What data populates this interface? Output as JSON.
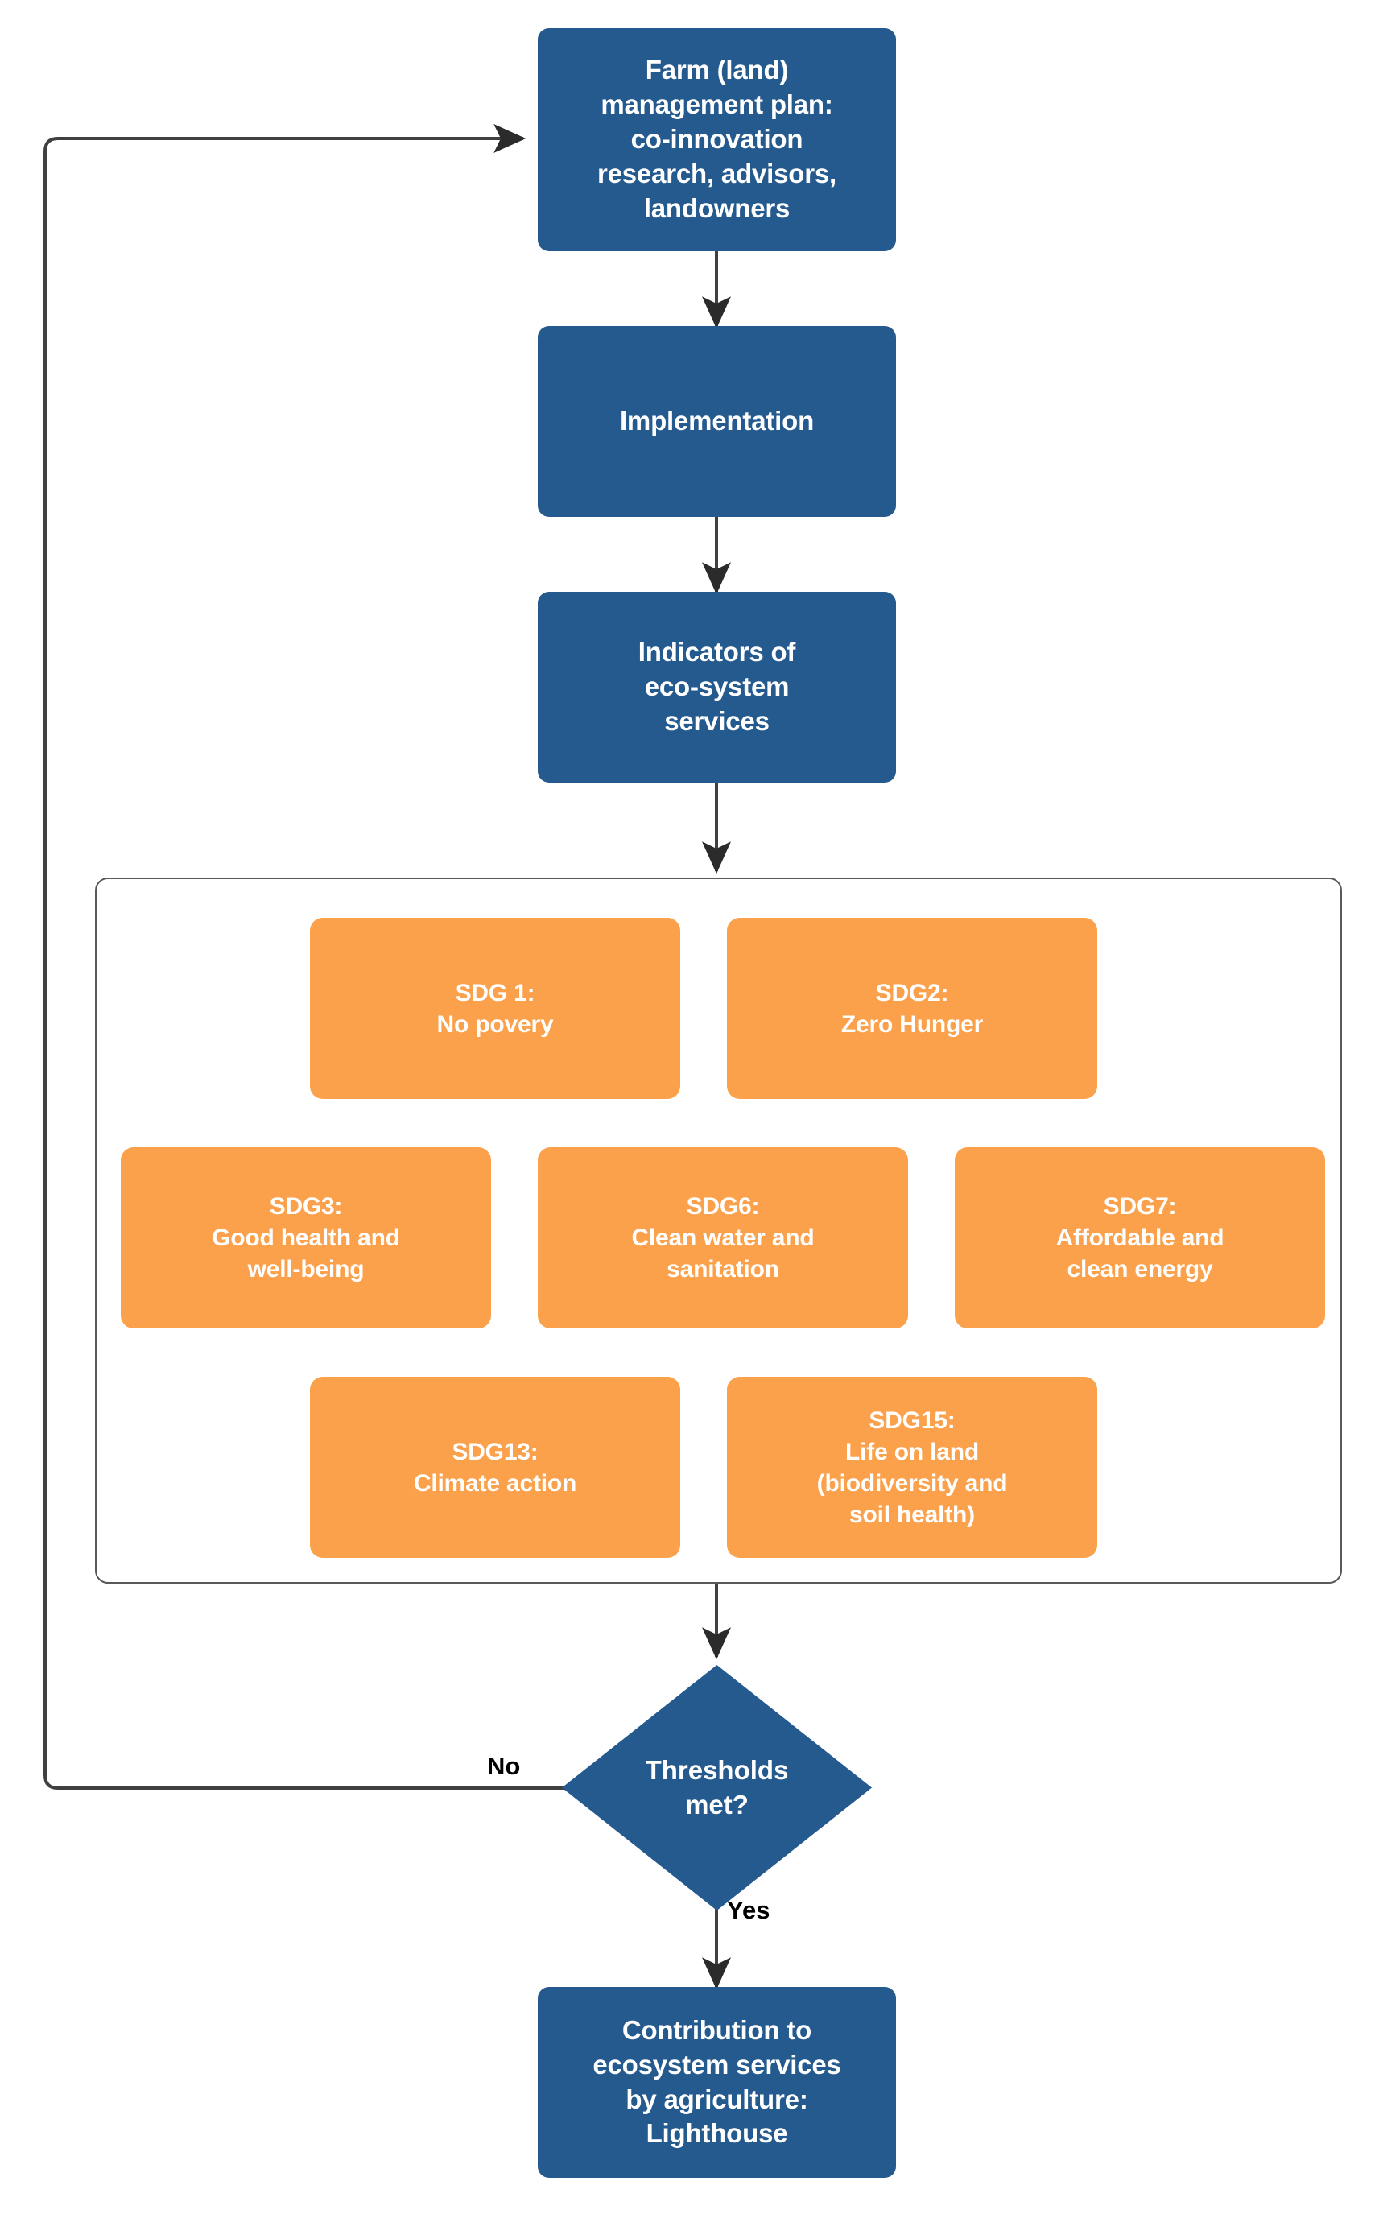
{
  "diagram": {
    "title": "Farm management plan to ecosystem services contribution flowchart",
    "colors": {
      "process_fill": "#255a8e",
      "sdg_fill": "#fba04b",
      "connector": "#404040",
      "group_border": "#595959",
      "text_on_fill": "#ffffff",
      "label_text": "#000000",
      "background": "#ffffff"
    },
    "nodes": {
      "farm_plan": "Farm (land)\nmanagement plan:\nco-innovation\nresearch, advisors,\nlandowners",
      "implementation": "Implementation",
      "indicators": "Indicators of\neco-system\nservices",
      "decision": "Thresholds\nmet?",
      "outcome": "Contribution to\necosystem services\nby agriculture:\nLighthouse"
    },
    "sdg_group": {
      "rows": [
        [
          {
            "label": "SDG 1:\nNo povery",
            "goal": "SDG 1",
            "name": "No povery"
          },
          {
            "label": "SDG2:\nZero Hunger",
            "goal": "SDG2",
            "name": "Zero Hunger"
          }
        ],
        [
          {
            "label": "SDG3:\nGood health and\nwell-being",
            "goal": "SDG3",
            "name": "Good health and well-being"
          },
          {
            "label": "SDG6:\nClean water and\nsanitation",
            "goal": "SDG6",
            "name": "Clean water and sanitation"
          },
          {
            "label": "SDG7:\nAffordable and\nclean energy",
            "goal": "SDG7",
            "name": "Affordable and clean energy"
          }
        ],
        [
          {
            "label": "SDG13:\nClimate action",
            "goal": "SDG13",
            "name": "Climate action"
          },
          {
            "label": "SDG15:\nLife on land\n(biodiversity and\nsoil health)",
            "goal": "SDG15",
            "name": "Life on land (biodiversity and soil health)"
          }
        ]
      ]
    },
    "edge_labels": {
      "no": "No",
      "yes": "Yes"
    }
  }
}
